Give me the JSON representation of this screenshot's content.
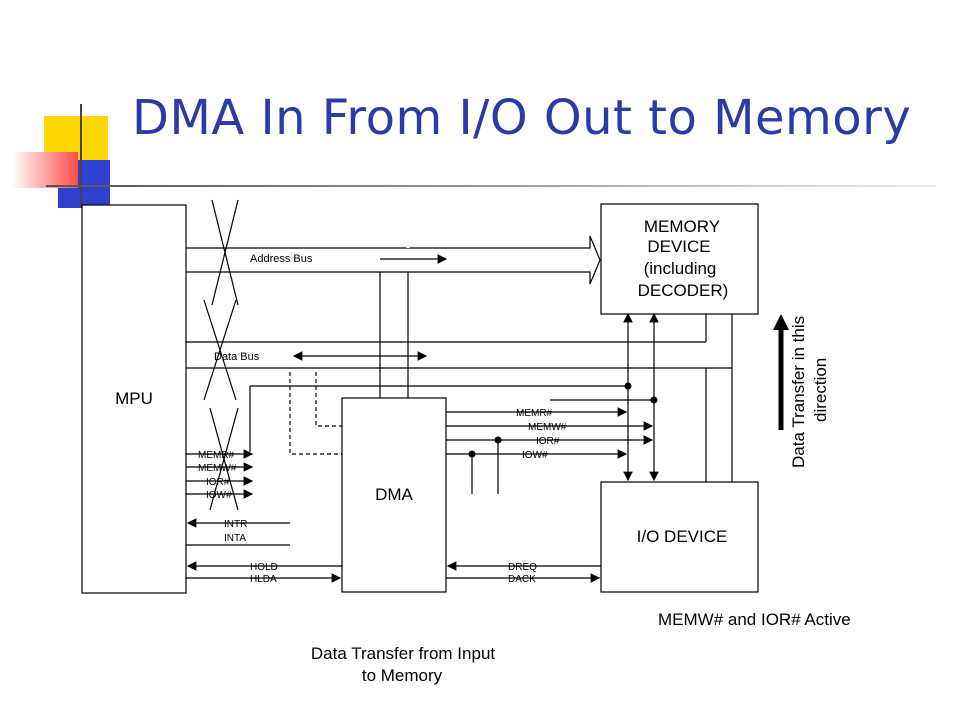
{
  "slide": {
    "title": "DMA In From I/O Out to Memory"
  },
  "diagram": {
    "mpu_label": "MPU",
    "dma_label": "DMA",
    "memory_label": [
      "MEMORY",
      "DEVICE",
      "(including",
      "DECODER)"
    ],
    "io_label": "I/O DEVICE",
    "address_bus": "Address Bus",
    "data_bus": "Data Bus",
    "mpu_signals": [
      "MEMR#",
      "MEMW#",
      "IOR#",
      "IOW#"
    ],
    "dma_signals": [
      "MEMR#",
      "MEMW#",
      "IOR#",
      "IOW#"
    ],
    "intr": "INTR",
    "inta": "INTA",
    "hold": "HOLD",
    "hlda": "HLDA",
    "dreq": "DREQ",
    "dack": "DACK",
    "direction_label": [
      "Data Transfer in this",
      "direction"
    ],
    "active_note": "MEMW# and IOR# Active",
    "caption": [
      "Data Transfer from Input",
      "to Memory"
    ]
  }
}
